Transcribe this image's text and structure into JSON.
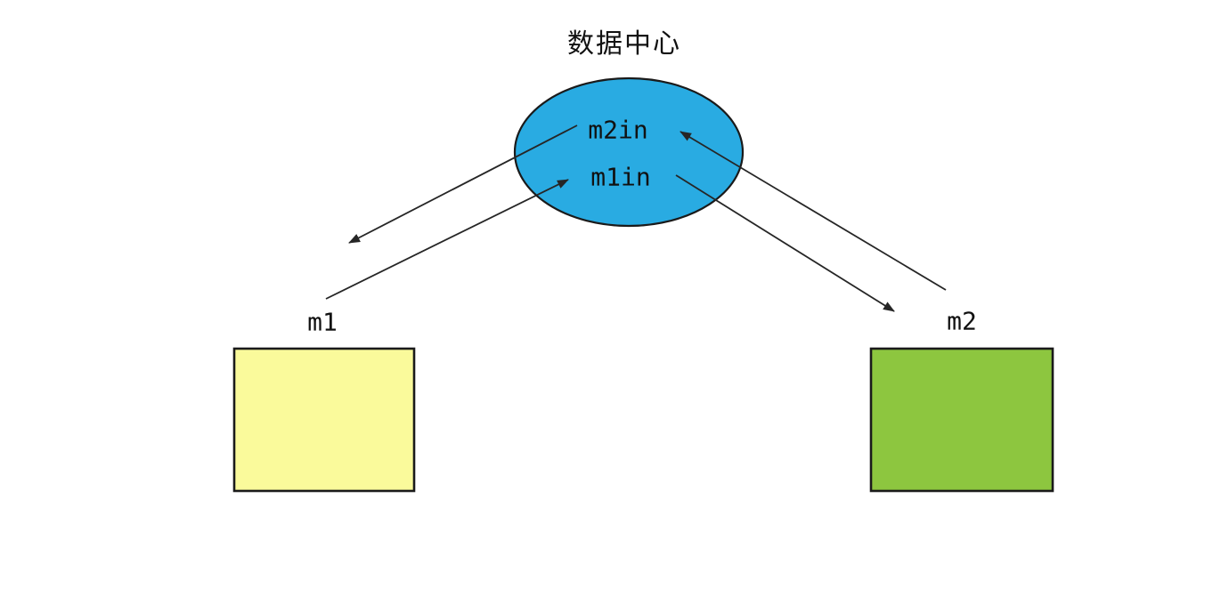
{
  "diagram": {
    "title": "数据中心",
    "hub": {
      "shape": "ellipse",
      "label": "数据中心",
      "ports": [
        {
          "id": "m2in",
          "label": "m2in"
        },
        {
          "id": "m1in",
          "label": "m1in"
        }
      ]
    },
    "nodes": [
      {
        "id": "m1",
        "label": "m1",
        "shape": "rectangle"
      },
      {
        "id": "m2",
        "label": "m2",
        "shape": "rectangle"
      }
    ],
    "edges": [
      {
        "from": "m2in",
        "to": "m1",
        "arrowhead": "at-m1"
      },
      {
        "from": "m1",
        "to": "m1in",
        "arrowhead": "at-m1in"
      },
      {
        "from": "m2",
        "to": "m2in",
        "arrowhead": "at-m2in"
      },
      {
        "from": "m1in",
        "to": "m2",
        "arrowhead": "at-m2"
      }
    ]
  },
  "colors": {
    "hub_fill": "#29ABE2",
    "m1_fill": "#FAFA9B",
    "m2_fill": "#8DC63F",
    "line": "#262626"
  }
}
